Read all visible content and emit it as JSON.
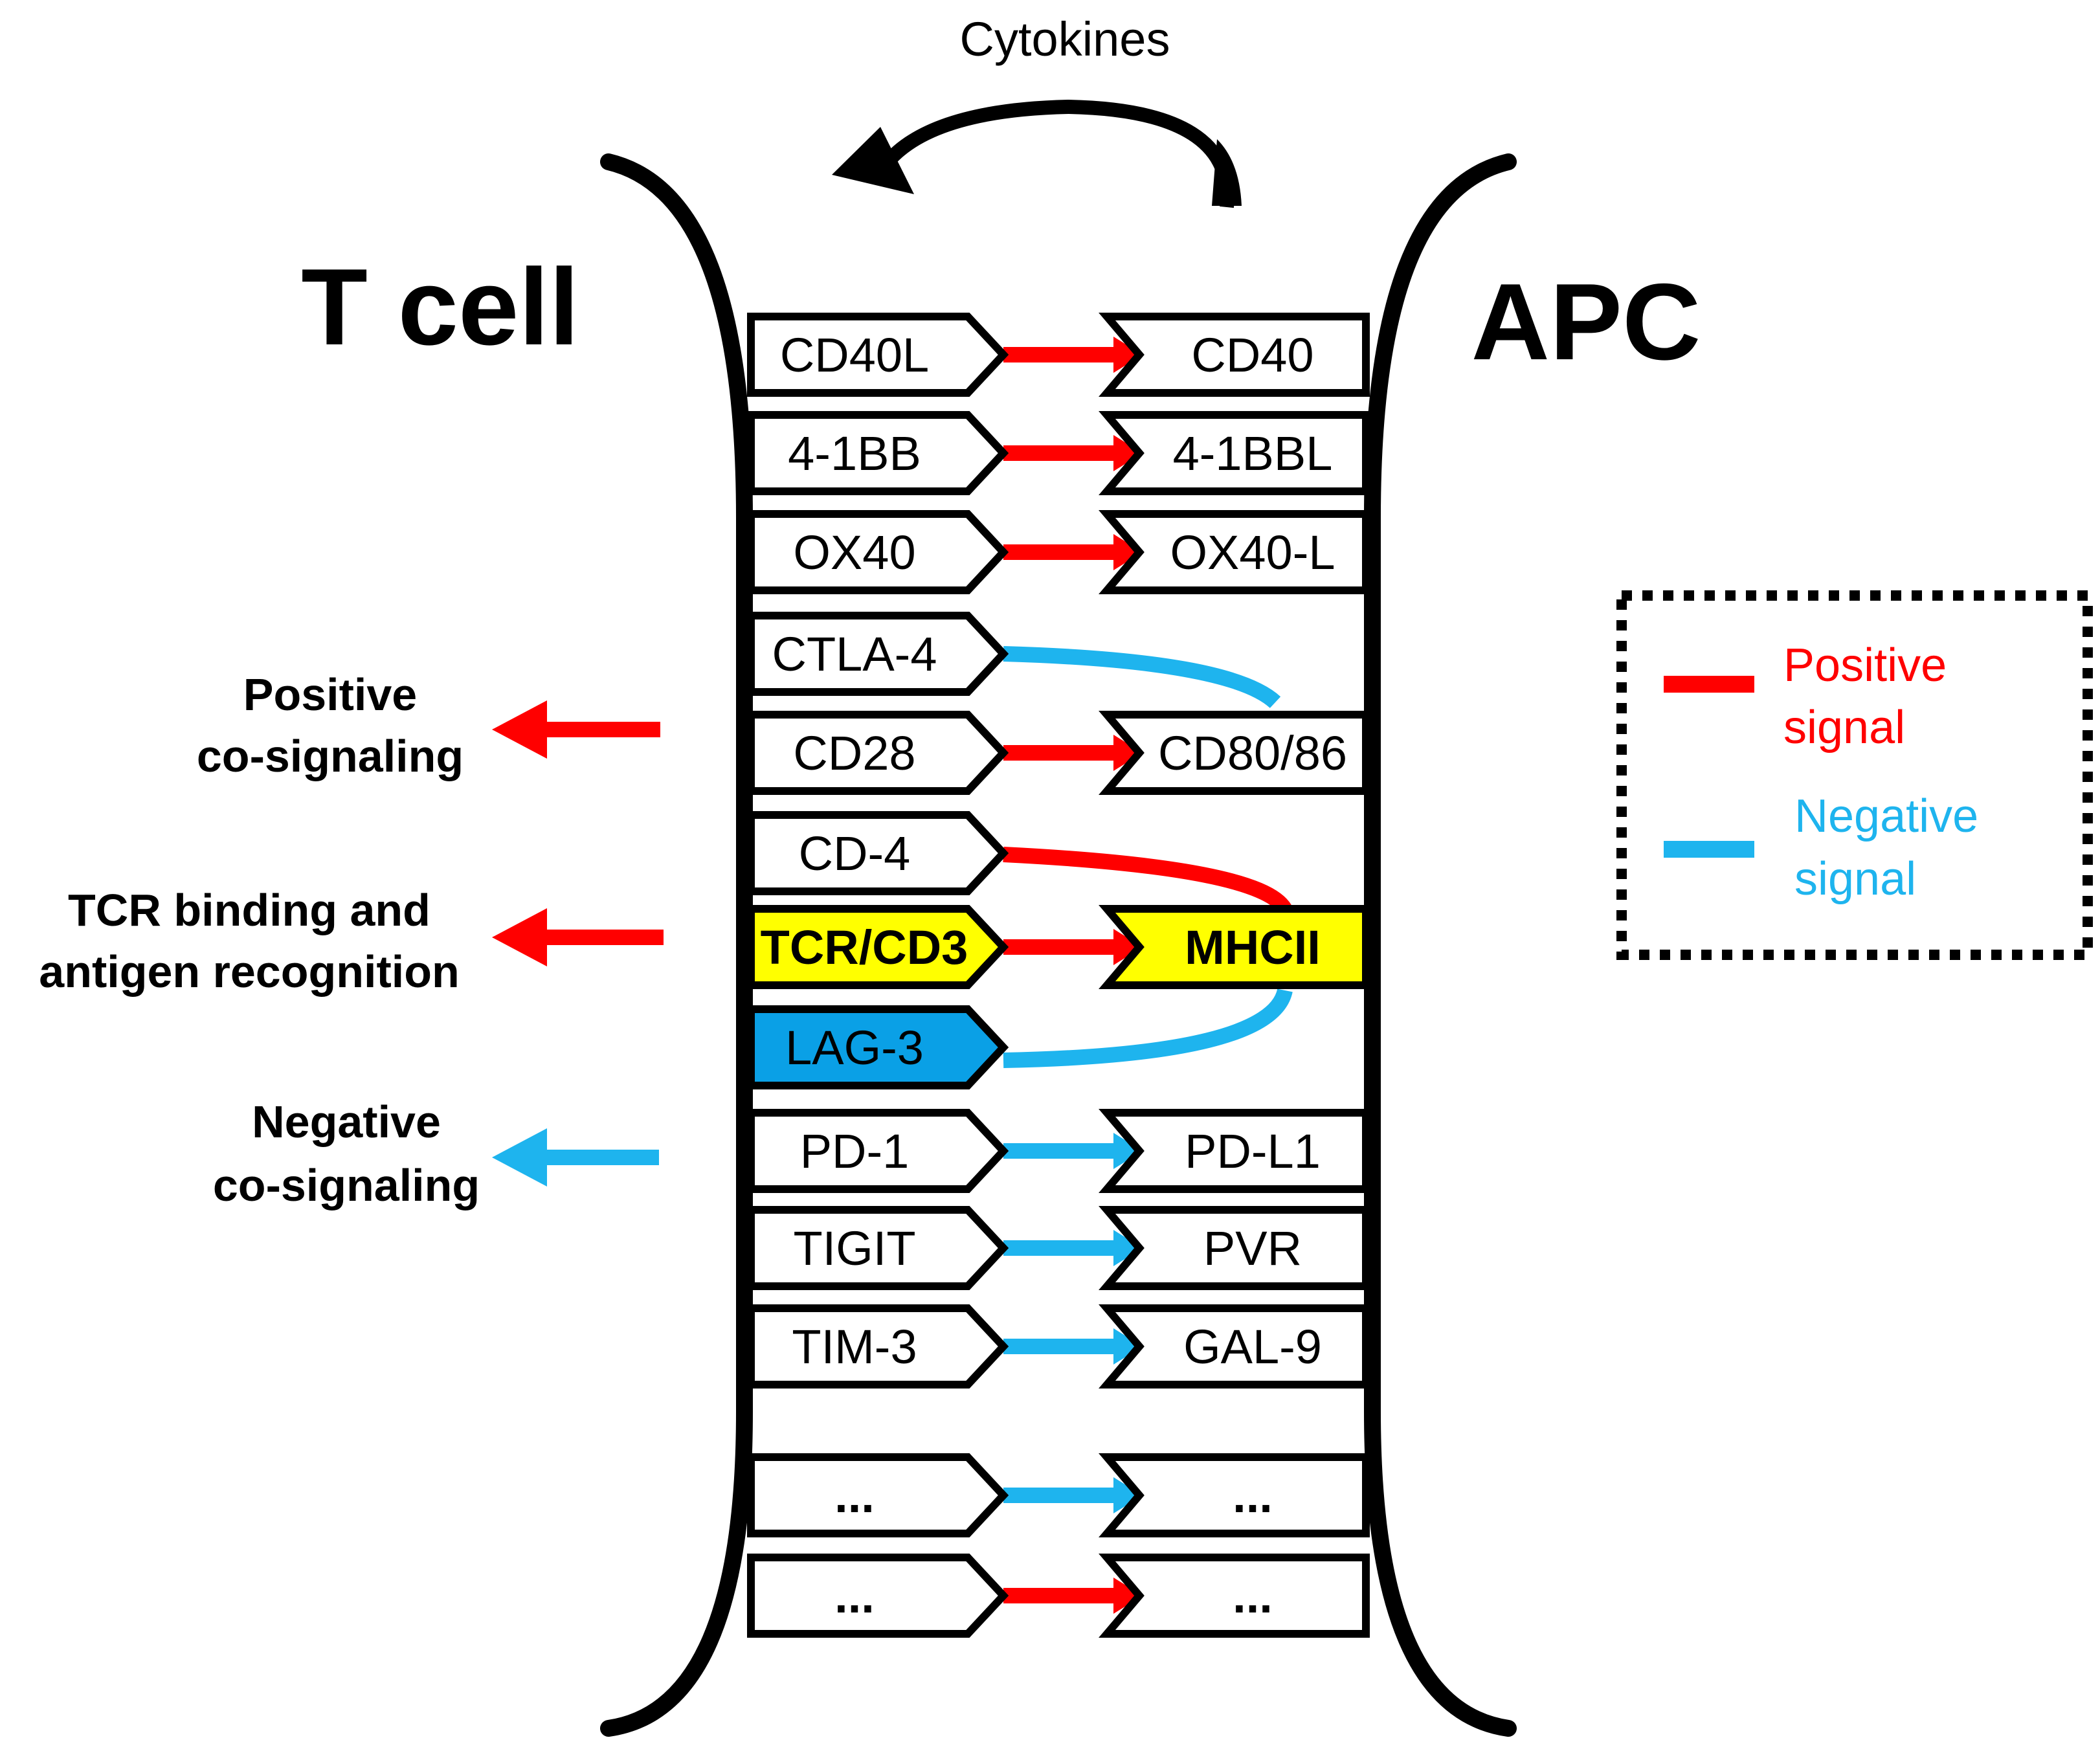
{
  "title": {
    "t_cell": "T cell",
    "apc": "APC",
    "cytokines": "Cytokines"
  },
  "colors": {
    "positive": "#ff0000",
    "negative": "#1eb4ee",
    "highlight_yellow": "#ffff00",
    "highlight_blue": "#0aa0e6",
    "outline": "#000000"
  },
  "side_labels": {
    "positive": [
      "Positive",
      "co-signaling"
    ],
    "tcr": [
      "TCR binding and",
      "antigen recognition"
    ],
    "negative": [
      "Negative",
      "co-signaling"
    ]
  },
  "legend": {
    "positive": [
      "Positive",
      "signal"
    ],
    "negative": [
      "Negative",
      "signal"
    ]
  },
  "pairs": [
    {
      "receptor": "CD40L",
      "ligand": "CD40",
      "signal": "positive"
    },
    {
      "receptor": "4-1BB",
      "ligand": "4-1BBL",
      "signal": "positive"
    },
    {
      "receptor": "OX40",
      "ligand": "OX40-L",
      "signal": "positive"
    },
    {
      "receptor": "CTLA-4",
      "ligand": "",
      "signal": "negative"
    },
    {
      "receptor": "CD28",
      "ligand": "CD80/86",
      "signal": "positive"
    },
    {
      "receptor": "CD-4",
      "ligand": "",
      "signal": "positive"
    },
    {
      "receptor": "TCR/CD3",
      "ligand": "MHCII",
      "signal": "positive"
    },
    {
      "receptor": "LAG-3",
      "ligand": "",
      "signal": "negative"
    },
    {
      "receptor": "PD-1",
      "ligand": "PD-L1",
      "signal": "negative"
    },
    {
      "receptor": "TIGIT",
      "ligand": "PVR",
      "signal": "negative"
    },
    {
      "receptor": "TIM-3",
      "ligand": "GAL-9",
      "signal": "negative"
    },
    {
      "receptor": "...",
      "ligand": "...",
      "signal": "negative"
    },
    {
      "receptor": "...",
      "ligand": "...",
      "signal": "positive"
    }
  ]
}
